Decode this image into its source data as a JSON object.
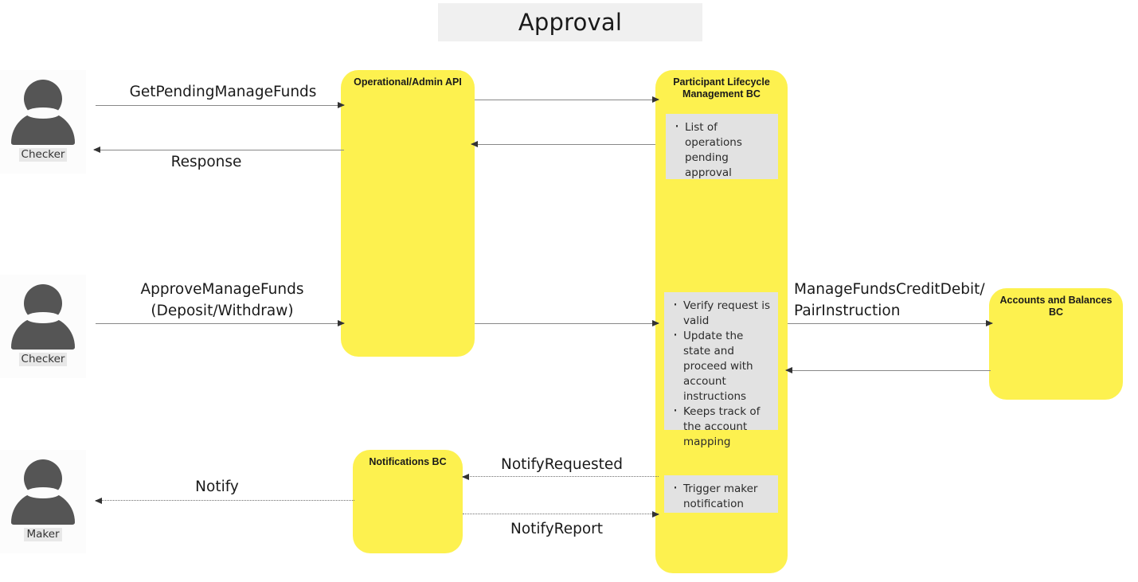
{
  "diagram": {
    "title": "Approval",
    "actors": [
      {
        "name": "checker-top",
        "label": "Checker",
        "icon": "user-icon"
      },
      {
        "name": "checker-mid",
        "label": "Checker",
        "icon": "user-icon"
      },
      {
        "name": "maker-bottom",
        "label": "Maker",
        "icon": "user-icon"
      }
    ],
    "components": [
      {
        "name": "operational-admin-api",
        "title": "Operational/Admin API",
        "color": "#fdf14f"
      },
      {
        "name": "participant-lifecycle-management-bc",
        "title": "Participant Lifecycle\nManagement BC",
        "color": "#fdf14f"
      },
      {
        "name": "notifications-bc",
        "title": "Notifications BC",
        "color": "#fdf14f"
      },
      {
        "name": "accounts-and-balances-bc",
        "title": "Accounts and Balances\nBC",
        "color": "#fdf14f"
      }
    ],
    "notes": [
      {
        "name": "note-pending-approval",
        "items": [
          "List of operations pending approval"
        ]
      },
      {
        "name": "note-verify-update",
        "items": [
          "Verify request is valid",
          "Update the state and proceed with account instructions",
          "Keeps track of the account mapping"
        ]
      },
      {
        "name": "note-trigger-maker",
        "items": [
          "Trigger maker notification"
        ]
      }
    ],
    "messages": [
      {
        "name": "msg-get-pending-manage-funds",
        "label": "GetPendingManageFunds",
        "style": "solid",
        "direction": "right"
      },
      {
        "name": "msg-response",
        "label": "Response",
        "style": "solid",
        "direction": "left"
      },
      {
        "name": "msg-approve-manage-funds",
        "label": "ApproveManageFunds\n(Deposit/Withdraw)",
        "style": "solid",
        "direction": "right"
      },
      {
        "name": "msg-manage-funds-credit-debit",
        "label": "ManageFundsCreditDebit/\nPairInstruction",
        "style": "solid",
        "direction": "right"
      },
      {
        "name": "msg-notify-requested",
        "label": "NotifyRequested",
        "style": "dotted",
        "direction": "left"
      },
      {
        "name": "msg-notify-report",
        "label": "NotifyReport",
        "style": "dotted",
        "direction": "right"
      },
      {
        "name": "msg-notify",
        "label": "Notify",
        "style": "dotted",
        "direction": "left"
      }
    ],
    "colors": {
      "box_yellow": "#fdf14f",
      "note_gray": "#e2e2e2",
      "title_bar": "#f0f0f0",
      "actor_gray": "#555555",
      "arrow_gray": "#888888"
    }
  }
}
